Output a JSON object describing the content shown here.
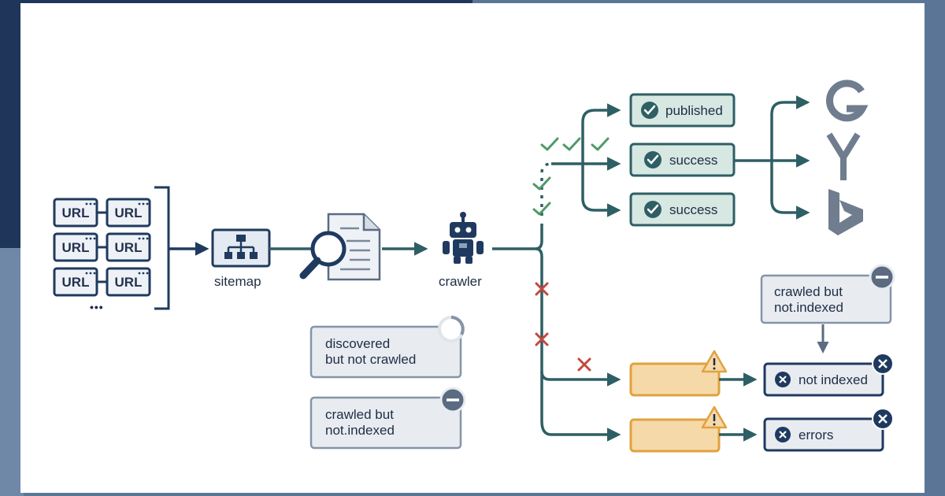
{
  "url_label": "URL",
  "url_more": "•••",
  "sitemap_label": "sitemap",
  "crawler_label": "crawler",
  "status_published": "published",
  "status_success_1": "success",
  "status_success_2": "success",
  "note_discovered": "discovered\nbut not crawled",
  "note_crawled_left": "crawled but\nnot.indexed",
  "note_crawled_right": "crawled but\nnot.indexed",
  "status_not_indexed": "not indexed",
  "status_errors": "errors",
  "search_engines": [
    "google-logo",
    "yahoo-logo",
    "bing-logo"
  ],
  "colors": {
    "navy": "#1f3a5f",
    "teal": "#2e5f64",
    "success_fill": "#d7e7e2",
    "warning_fill": "#f6d9a8",
    "warning_stroke": "#e0a23f",
    "check_green": "#4f9a68",
    "cross_red": "#c2483f",
    "note_fill": "#e8ecf1"
  }
}
